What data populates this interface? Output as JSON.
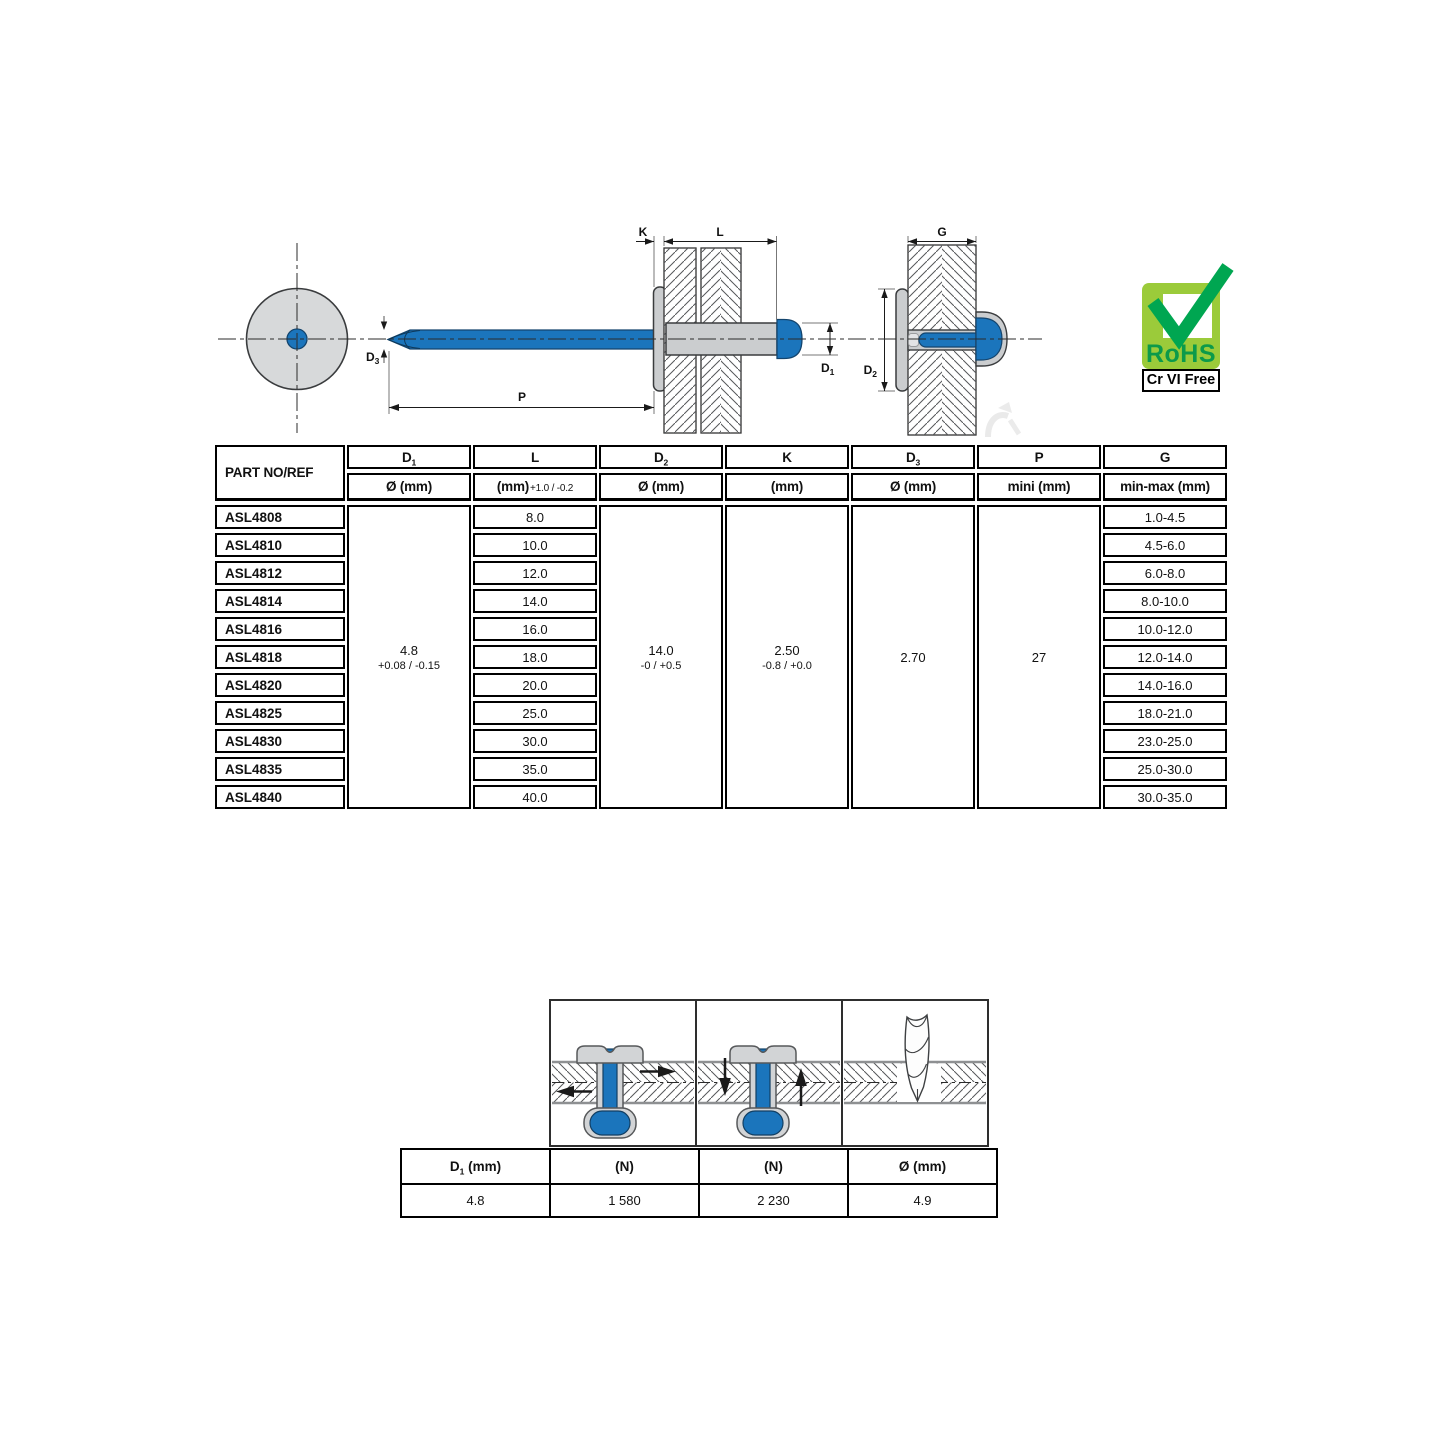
{
  "drawing": {
    "labels": {
      "k": "K",
      "l": "L",
      "g": "G",
      "p": "P",
      "d1": {
        "main": "D",
        "sub": "1"
      },
      "d2": {
        "main": "D",
        "sub": "2"
      },
      "d3": {
        "main": "D",
        "sub": "3"
      }
    },
    "colors": {
      "blue": "#1B75BC",
      "grey": "#CBCDCF",
      "grey_light": "#D7D9DA",
      "outline": "#3A3C3E"
    }
  },
  "rohs": {
    "title": "RoHS",
    "subtitle": "Cr VI Free",
    "bg_color": "#9BCB3A",
    "check_color": "#00A651",
    "text_color": "#0C9A4A"
  },
  "main_table": {
    "columns": [
      {
        "name": "PART NO/REF",
        "sub": "",
        "unit": "",
        "unit_tol": ""
      },
      {
        "name": "D",
        "sub": "1",
        "unit": "Ø (mm)",
        "unit_tol": ""
      },
      {
        "name": "L",
        "sub": "",
        "unit": "(mm)",
        "unit_tol": "+1.0 / -0.2"
      },
      {
        "name": "D",
        "sub": "2",
        "unit": "Ø (mm)",
        "unit_tol": ""
      },
      {
        "name": "K",
        "sub": "",
        "unit": "(mm)",
        "unit_tol": ""
      },
      {
        "name": "D",
        "sub": "3",
        "unit": "Ø (mm)",
        "unit_tol": ""
      },
      {
        "name": "P",
        "sub": "",
        "unit": "mini (mm)",
        "unit_tol": ""
      },
      {
        "name": "G",
        "sub": "",
        "unit": "min-max (mm)",
        "unit_tol": ""
      }
    ],
    "rows": [
      {
        "part": "ASL4808",
        "l": "8.0",
        "g": "1.0-4.5"
      },
      {
        "part": "ASL4810",
        "l": "10.0",
        "g": "4.5-6.0"
      },
      {
        "part": "ASL4812",
        "l": "12.0",
        "g": "6.0-8.0"
      },
      {
        "part": "ASL4814",
        "l": "14.0",
        "g": "8.0-10.0"
      },
      {
        "part": "ASL4816",
        "l": "16.0",
        "g": "10.0-12.0"
      },
      {
        "part": "ASL4818",
        "l": "18.0",
        "g": "12.0-14.0"
      },
      {
        "part": "ASL4820",
        "l": "20.0",
        "g": "14.0-16.0"
      },
      {
        "part": "ASL4825",
        "l": "25.0",
        "g": "18.0-21.0"
      },
      {
        "part": "ASL4830",
        "l": "30.0",
        "g": "23.0-25.0"
      },
      {
        "part": "ASL4835",
        "l": "35.0",
        "g": "25.0-30.0"
      },
      {
        "part": "ASL4840",
        "l": "40.0",
        "g": "30.0-35.0"
      }
    ],
    "merged": {
      "d1": {
        "value": "4.8",
        "tol": "+0.08 / -0.15"
      },
      "d2": {
        "value": "14.0",
        "tol": "-0 / +0.5"
      },
      "k": {
        "value": "2.50",
        "tol": "-0.8 / +0.0"
      },
      "d3": {
        "value": "2.70",
        "tol": ""
      },
      "p": {
        "value": "27",
        "tol": ""
      }
    }
  },
  "strength_table": {
    "headers": [
      {
        "main": "D",
        "sub": "1",
        "rest": " (mm)"
      },
      {
        "main": "(N)",
        "sub": "",
        "rest": ""
      },
      {
        "main": "(N)",
        "sub": "",
        "rest": ""
      },
      {
        "main": "Ø (mm)",
        "sub": "",
        "rest": ""
      }
    ],
    "values": [
      "4.8",
      "1 580",
      "2 230",
      "4.9"
    ]
  }
}
